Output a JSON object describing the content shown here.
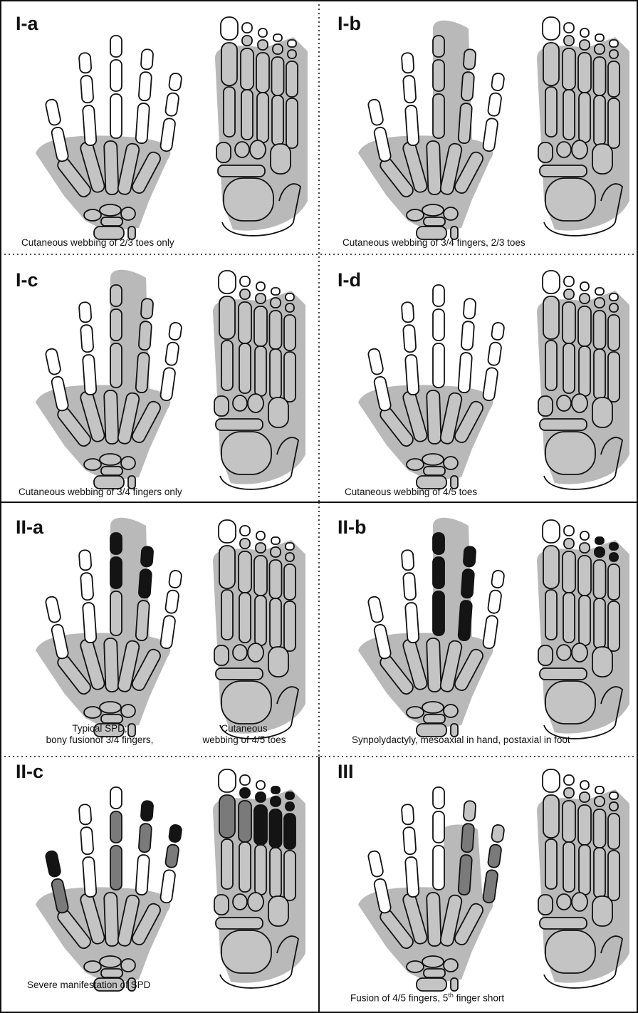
{
  "panels": [
    {
      "id": "Ia",
      "label": "I-a",
      "caption": "Cutaneous webbing of 2/3 toes only"
    },
    {
      "id": "Ib",
      "label": "I-b",
      "caption": "Cutaneous webbing of 3/4 fingers, 2/3 toes"
    },
    {
      "id": "Ic",
      "label": "I-c",
      "caption": "Cutaneous webbing of 3/4 fingers only"
    },
    {
      "id": "Id",
      "label": "I-d",
      "caption": "Cutaneous webbing of 4/5 toes"
    },
    {
      "id": "IIa",
      "label": "II-a",
      "caption_hand_line1": "Typical SPD;",
      "caption_hand_line2": "bony fusionof 3/4 fingers,",
      "caption_foot_line1": "Cutaneous",
      "caption_foot_line2": "webbing of 4/5 toes"
    },
    {
      "id": "IIb",
      "label": "II-b",
      "caption": "Synpolydactyly, mesoaxial in hand, postaxial in foot"
    },
    {
      "id": "IIc",
      "label": "II-c",
      "caption": "Severe manifestation of SPD"
    },
    {
      "id": "III",
      "label": "III",
      "caption_prefix": "Fusion of 4/5 fingers, 5",
      "caption_sup": "th",
      "caption_suffix": " finger short"
    }
  ],
  "colors": {
    "skin": "#b9b9b9",
    "bone_fill": "#c4c4c4",
    "dark": "#141414",
    "mid": "#7a7a7a",
    "line": "#111111"
  }
}
